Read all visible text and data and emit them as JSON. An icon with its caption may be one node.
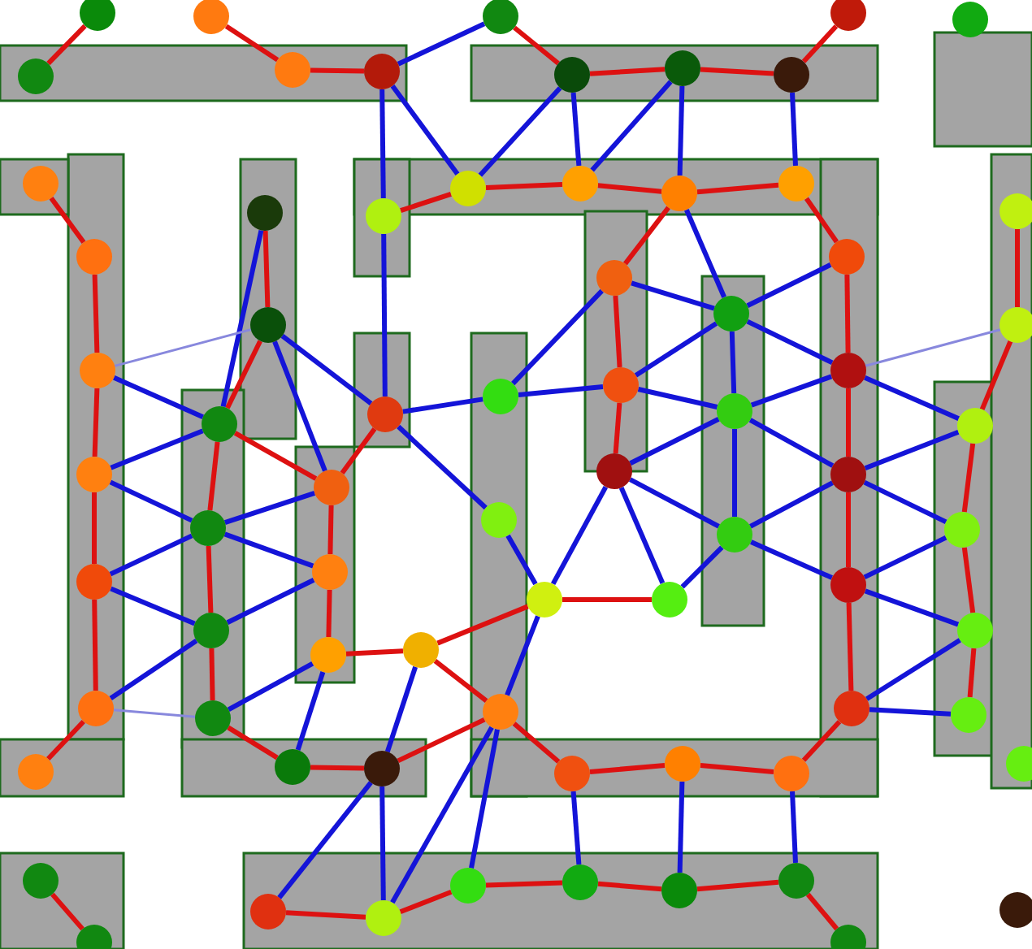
{
  "diagram": {
    "nodes": [
      {
        "text": [],
        "shape": "circle"
      },
      {
        "text": [],
        "shape": "circle"
      },
      {
        "text": [],
        "shape": "circle"
      },
      {
        "text": [],
        "shape": "circle"
      },
      {
        "text": [],
        "shape": "circle"
      },
      {
        "text": [],
        "shape": "circle"
      },
      {
        "text": [],
        "shape": "circle"
      },
      {
        "text": [],
        "shape": "circle"
      },
      {
        "text": [],
        "shape": "circle"
      },
      {
        "text": [],
        "shape": "circle"
      },
      {
        "text": [],
        "shape": "circle"
      },
      {
        "text": [],
        "shape": "circle"
      },
      {
        "text": [],
        "shape": "circle"
      },
      {
        "text": [],
        "shape": "circle"
      },
      {
        "text": [],
        "shape": "circle"
      },
      {
        "text": [],
        "shape": "circle"
      },
      {
        "text": [],
        "shape": "circle"
      },
      {
        "text": [],
        "shape": "circle"
      },
      {
        "text": [],
        "shape": "circle"
      },
      {
        "text": [],
        "shape": "circle"
      },
      {
        "text": [],
        "shape": "circle"
      },
      {
        "text": [],
        "shape": "circle"
      },
      {
        "text": [],
        "shape": "circle"
      },
      {
        "text": [],
        "shape": "circle"
      },
      {
        "text": [],
        "shape": "circle"
      },
      {
        "text": [],
        "shape": "circle"
      },
      {
        "text": [],
        "shape": "circle"
      },
      {
        "text": [],
        "shape": "circle"
      },
      {
        "text": [],
        "shape": "circle"
      },
      {
        "text": [],
        "shape": "circle"
      },
      {
        "text": [],
        "shape": "circle"
      },
      {
        "text": [],
        "shape": "circle"
      },
      {
        "text": [],
        "shape": "circle"
      },
      {
        "text": [],
        "shape": "circle"
      },
      {
        "text": [],
        "shape": "circle"
      },
      {
        "text": [],
        "shape": "circle"
      },
      {
        "text": [],
        "shape": "circle"
      },
      {
        "text": [],
        "shape": "circle"
      },
      {
        "text": [],
        "shape": "circle"
      },
      {
        "text": [],
        "shape": "circle"
      },
      {
        "text": [],
        "shape": "circle"
      },
      {
        "text": [],
        "shape": "circle"
      },
      {
        "text": [],
        "shape": "circle"
      },
      {
        "text": [],
        "shape": "circle"
      },
      {
        "text": [],
        "shape": "circle"
      },
      {
        "text": [],
        "shape": "circle"
      },
      {
        "text": [],
        "shape": "circle"
      },
      {
        "text": [],
        "shape": "circle"
      },
      {
        "text": [],
        "shape": "circle"
      },
      {
        "text": [],
        "shape": "circle"
      },
      {
        "text": [],
        "shape": "circle"
      },
      {
        "text": [],
        "shape": "circle"
      },
      {
        "text": [],
        "shape": "circle"
      },
      {
        "text": [],
        "shape": "circle"
      },
      {
        "text": [],
        "shape": "circle"
      },
      {
        "text": [],
        "shape": "circle"
      },
      {
        "text": [],
        "shape": "circle"
      },
      {
        "text": [],
        "shape": "circle"
      },
      {
        "text": [],
        "shape": "circle"
      },
      {
        "text": [],
        "shape": "circle"
      },
      {
        "text": [],
        "shape": "circle"
      },
      {
        "text": [],
        "shape": "circle"
      },
      {
        "text": [],
        "shape": "circle"
      },
      {
        "text": [],
        "shape": "circle"
      },
      {
        "text": [],
        "shape": "circle"
      },
      {
        "text": [],
        "shape": "circle"
      },
      {
        "text": [],
        "shape": "circle"
      },
      {
        "text": [],
        "shape": "circle"
      },
      {
        "text": [],
        "shape": "circle"
      },
      {
        "text": [],
        "shape": "circle"
      },
      {
        "text": [],
        "shape": "circle"
      },
      {
        "text": [],
        "shape": "circle"
      }
    ],
    "edges": [
      {
        "from": 0,
        "to": 6,
        "arrow": "none",
        "color": "#dd1111"
      },
      {
        "from": 7,
        "to": 1,
        "arrow": "none",
        "color": "#dd1111"
      },
      {
        "from": 1,
        "to": 2,
        "arrow": "none",
        "color": "#dd1111"
      },
      {
        "from": 8,
        "to": 3,
        "arrow": "none",
        "color": "#dd1111"
      },
      {
        "from": 3,
        "to": 4,
        "arrow": "none",
        "color": "#dd1111"
      },
      {
        "from": 4,
        "to": 5,
        "arrow": "none",
        "color": "#dd1111"
      },
      {
        "from": 5,
        "to": 9,
        "arrow": "none",
        "color": "#dd1111"
      },
      {
        "from": 11,
        "to": 19,
        "arrow": "none",
        "color": "#dd1111"
      },
      {
        "from": 19,
        "to": 25,
        "arrow": "none",
        "color": "#dd1111"
      },
      {
        "from": 25,
        "to": 33,
        "arrow": "none",
        "color": "#dd1111"
      },
      {
        "from": 33,
        "to": 41,
        "arrow": "none",
        "color": "#dd1111"
      },
      {
        "from": 41,
        "to": 50,
        "arrow": "none",
        "color": "#dd1111"
      },
      {
        "from": 50,
        "to": 55,
        "arrow": "none",
        "color": "#dd1111"
      },
      {
        "from": 13,
        "to": 14,
        "arrow": "none",
        "color": "#dd1111"
      },
      {
        "from": 14,
        "to": 15,
        "arrow": "none",
        "color": "#dd1111"
      },
      {
        "from": 15,
        "to": 16,
        "arrow": "none",
        "color": "#dd1111"
      },
      {
        "from": 16,
        "to": 17,
        "arrow": "none",
        "color": "#dd1111"
      },
      {
        "from": 17,
        "to": 21,
        "arrow": "none",
        "color": "#dd1111"
      },
      {
        "from": 21,
        "to": 27,
        "arrow": "none",
        "color": "#dd1111"
      },
      {
        "from": 27,
        "to": 35,
        "arrow": "none",
        "color": "#dd1111"
      },
      {
        "from": 35,
        "to": 45,
        "arrow": "none",
        "color": "#dd1111"
      },
      {
        "from": 45,
        "to": 53,
        "arrow": "none",
        "color": "#dd1111"
      },
      {
        "from": 53,
        "to": 60,
        "arrow": "none",
        "color": "#dd1111"
      },
      {
        "from": 60,
        "to": 59,
        "arrow": "none",
        "color": "#dd1111"
      },
      {
        "from": 59,
        "to": 58,
        "arrow": "none",
        "color": "#dd1111"
      },
      {
        "from": 58,
        "to": 52,
        "arrow": "none",
        "color": "#dd1111"
      },
      {
        "from": 52,
        "to": 49,
        "arrow": "none",
        "color": "#dd1111"
      },
      {
        "from": 49,
        "to": 43,
        "arrow": "none",
        "color": "#dd1111"
      },
      {
        "from": 43,
        "to": 44,
        "arrow": "none",
        "color": "#dd1111"
      },
      {
        "from": 16,
        "to": 20,
        "arrow": "none",
        "color": "#dd1111"
      },
      {
        "from": 20,
        "to": 26,
        "arrow": "none",
        "color": "#dd1111"
      },
      {
        "from": 26,
        "to": 34,
        "arrow": "none",
        "color": "#dd1111"
      },
      {
        "from": 12,
        "to": 23,
        "arrow": "none",
        "color": "#dd1111"
      },
      {
        "from": 23,
        "to": 30,
        "arrow": "none",
        "color": "#dd1111"
      },
      {
        "from": 30,
        "to": 36,
        "arrow": "none",
        "color": "#dd1111"
      },
      {
        "from": 28,
        "to": 36,
        "arrow": "none",
        "color": "#dd1111"
      },
      {
        "from": 36,
        "to": 42,
        "arrow": "none",
        "color": "#dd1111"
      },
      {
        "from": 42,
        "to": 48,
        "arrow": "none",
        "color": "#dd1111"
      },
      {
        "from": 48,
        "to": 49,
        "arrow": "none",
        "color": "#dd1111"
      },
      {
        "from": 30,
        "to": 37,
        "arrow": "none",
        "color": "#dd1111"
      },
      {
        "from": 37,
        "to": 46,
        "arrow": "none",
        "color": "#dd1111"
      },
      {
        "from": 46,
        "to": 51,
        "arrow": "none",
        "color": "#dd1111"
      },
      {
        "from": 51,
        "to": 56,
        "arrow": "none",
        "color": "#dd1111"
      },
      {
        "from": 56,
        "to": 57,
        "arrow": "none",
        "color": "#dd1111"
      },
      {
        "from": 57,
        "to": 52,
        "arrow": "none",
        "color": "#dd1111"
      },
      {
        "from": 18,
        "to": 24,
        "arrow": "none",
        "color": "#dd1111"
      },
      {
        "from": 24,
        "to": 32,
        "arrow": "none",
        "color": "#dd1111"
      },
      {
        "from": 32,
        "to": 40,
        "arrow": "none",
        "color": "#dd1111"
      },
      {
        "from": 40,
        "to": 47,
        "arrow": "none",
        "color": "#dd1111"
      },
      {
        "from": 47,
        "to": 54,
        "arrow": "none",
        "color": "#dd1111"
      },
      {
        "from": 63,
        "to": 64,
        "arrow": "none",
        "color": "#dd1111"
      },
      {
        "from": 64,
        "to": 65,
        "arrow": "none",
        "color": "#dd1111"
      },
      {
        "from": 65,
        "to": 66,
        "arrow": "none",
        "color": "#dd1111"
      },
      {
        "from": 66,
        "to": 67,
        "arrow": "none",
        "color": "#dd1111"
      },
      {
        "from": 67,
        "to": 68,
        "arrow": "none",
        "color": "#dd1111"
      },
      {
        "from": 62,
        "to": 69,
        "arrow": "none",
        "color": "#dd1111"
      },
      {
        "from": 68,
        "to": 70,
        "arrow": "none",
        "color": "#dd1111"
      },
      {
        "from": 2,
        "to": 13,
        "arrow": "none"
      },
      {
        "from": 2,
        "to": 8,
        "arrow": "none"
      },
      {
        "from": 2,
        "to": 14,
        "arrow": "none"
      },
      {
        "from": 3,
        "to": 14,
        "arrow": "none"
      },
      {
        "from": 4,
        "to": 16,
        "arrow": "none"
      },
      {
        "from": 5,
        "to": 17,
        "arrow": "none"
      },
      {
        "from": 4,
        "to": 15,
        "arrow": "none"
      },
      {
        "from": 3,
        "to": 15,
        "arrow": "none"
      },
      {
        "from": 13,
        "to": 28,
        "arrow": "none"
      },
      {
        "from": 12,
        "to": 30,
        "arrow": "none"
      },
      {
        "from": 23,
        "to": 28,
        "arrow": "none"
      },
      {
        "from": 23,
        "to": 36,
        "arrow": "none"
      },
      {
        "from": 28,
        "to": 29,
        "arrow": "none"
      },
      {
        "from": 28,
        "to": 38,
        "arrow": "none"
      },
      {
        "from": 20,
        "to": 22,
        "arrow": "none"
      },
      {
        "from": 16,
        "to": 22,
        "arrow": "none"
      },
      {
        "from": 22,
        "to": 26,
        "arrow": "none"
      },
      {
        "from": 22,
        "to": 27,
        "arrow": "none"
      },
      {
        "from": 21,
        "to": 22,
        "arrow": "none"
      },
      {
        "from": 22,
        "to": 31,
        "arrow": "none"
      },
      {
        "from": 26,
        "to": 31,
        "arrow": "none"
      },
      {
        "from": 27,
        "to": 31,
        "arrow": "none"
      },
      {
        "from": 31,
        "to": 34,
        "arrow": "none"
      },
      {
        "from": 31,
        "to": 35,
        "arrow": "none"
      },
      {
        "from": 31,
        "to": 39,
        "arrow": "none"
      },
      {
        "from": 34,
        "to": 39,
        "arrow": "none"
      },
      {
        "from": 35,
        "to": 39,
        "arrow": "none"
      },
      {
        "from": 39,
        "to": 45,
        "arrow": "none"
      },
      {
        "from": 39,
        "to": 44,
        "arrow": "none"
      },
      {
        "from": 34,
        "to": 44,
        "arrow": "none"
      },
      {
        "from": 34,
        "to": 43,
        "arrow": "none"
      },
      {
        "from": 38,
        "to": 43,
        "arrow": "none"
      },
      {
        "from": 29,
        "to": 26,
        "arrow": "none"
      },
      {
        "from": 29,
        "to": 20,
        "arrow": "none"
      },
      {
        "from": 25,
        "to": 30,
        "arrow": "none"
      },
      {
        "from": 33,
        "to": 30,
        "arrow": "none"
      },
      {
        "from": 33,
        "to": 37,
        "arrow": "none"
      },
      {
        "from": 41,
        "to": 37,
        "arrow": "none"
      },
      {
        "from": 41,
        "to": 46,
        "arrow": "none"
      },
      {
        "from": 50,
        "to": 46,
        "arrow": "none"
      },
      {
        "from": 37,
        "to": 36,
        "arrow": "none"
      },
      {
        "from": 46,
        "to": 42,
        "arrow": "none"
      },
      {
        "from": 37,
        "to": 42,
        "arrow": "none"
      },
      {
        "from": 51,
        "to": 48,
        "arrow": "none"
      },
      {
        "from": 48,
        "to": 56,
        "arrow": "none"
      },
      {
        "from": 49,
        "to": 57,
        "arrow": "none"
      },
      {
        "from": 43,
        "to": 52,
        "arrow": "none"
      },
      {
        "from": 57,
        "to": 64,
        "arrow": "none"
      },
      {
        "from": 52,
        "to": 64,
        "arrow": "none"
      },
      {
        "from": 52,
        "to": 65,
        "arrow": "none"
      },
      {
        "from": 58,
        "to": 66,
        "arrow": "none"
      },
      {
        "from": 59,
        "to": 67,
        "arrow": "none"
      },
      {
        "from": 60,
        "to": 68,
        "arrow": "none"
      },
      {
        "from": 57,
        "to": 63,
        "arrow": "none"
      },
      {
        "from": 27,
        "to": 32,
        "arrow": "none"
      },
      {
        "from": 35,
        "to": 40,
        "arrow": "none"
      },
      {
        "from": 35,
        "to": 32,
        "arrow": "none"
      },
      {
        "from": 45,
        "to": 40,
        "arrow": "none"
      },
      {
        "from": 45,
        "to": 47,
        "arrow": "none"
      },
      {
        "from": 53,
        "to": 47,
        "arrow": "none"
      },
      {
        "from": 53,
        "to": 54,
        "arrow": "none"
      },
      {
        "from": 25,
        "to": 23,
        "arrow": "none",
        "color": "#8888dd"
      },
      {
        "from": 50,
        "to": 51,
        "arrow": "none",
        "color": "#8888dd"
      },
      {
        "from": 27,
        "to": 24,
        "arrow": "none",
        "color": "#8888dd"
      }
    ]
  }
}
